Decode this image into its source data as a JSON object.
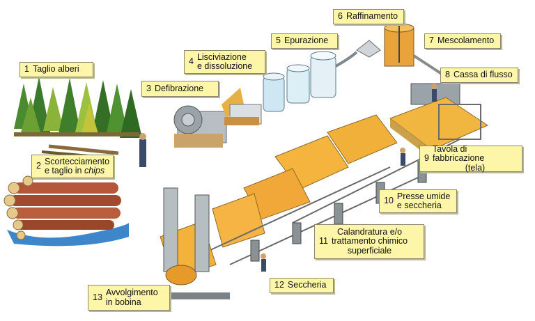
{
  "colors": {
    "label_bg": "#fdf6a9",
    "label_border": "#8a8a6a",
    "paper": "#f0b33a",
    "machine": "#9aa3a8",
    "tree": "#3a7a2a",
    "water": "#3c86c9"
  },
  "labels": {
    "l1": {
      "num": "1",
      "text": "Taglio alberi"
    },
    "l2": {
      "num": "2",
      "line1": "Scortecciamento",
      "line2_a": "e taglio in ",
      "line2_b": "chips"
    },
    "l3": {
      "num": "3",
      "text": "Defibrazione"
    },
    "l4": {
      "num": "4",
      "line1": "Lisciviazione",
      "line2": "e dissoluzione"
    },
    "l5": {
      "num": "5",
      "text": "Epurazione"
    },
    "l6": {
      "num": "6",
      "text": "Raffinamento"
    },
    "l7": {
      "num": "7",
      "text": "Mescolamento"
    },
    "l8": {
      "num": "8",
      "text": "Cassa di flusso"
    },
    "l9": {
      "num": "9",
      "line1": "Tavola di fabbricazione",
      "line2": "(tela)"
    },
    "l10": {
      "num": "10",
      "line1": "Presse umide",
      "line2": "e seccheria"
    },
    "l11": {
      "num": "11",
      "line1": "Calandratura e/o",
      "line2": "trattamento chimico",
      "line3": "superficiale"
    },
    "l12": {
      "num": "12",
      "text": "Seccheria"
    },
    "l13": {
      "num": "13",
      "line1": "Avvolgimento",
      "line2": "in bobina"
    }
  }
}
